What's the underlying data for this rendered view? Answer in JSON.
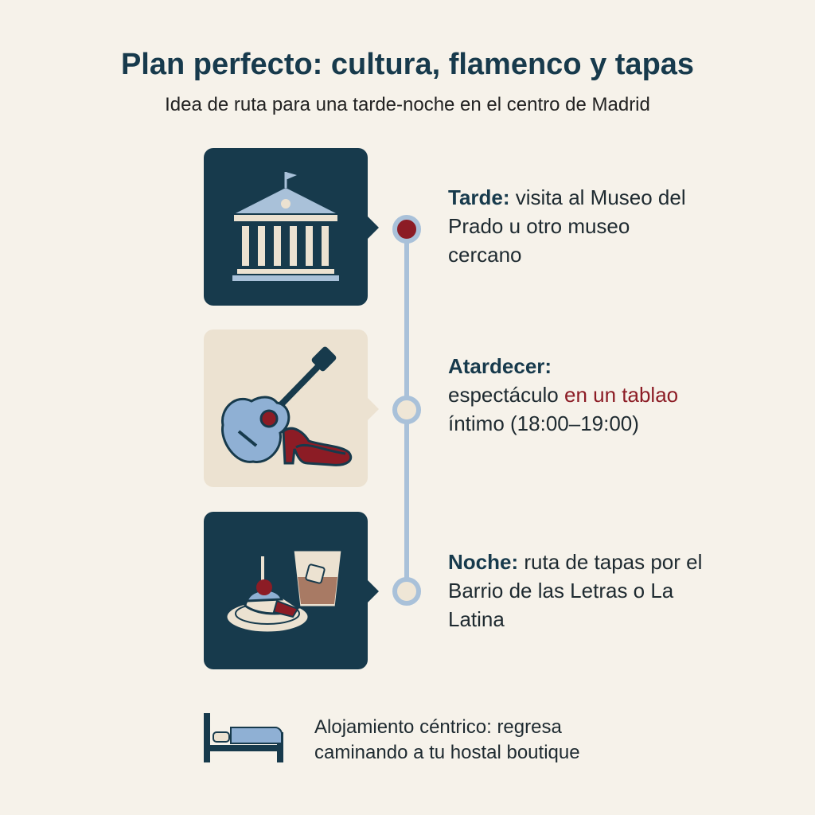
{
  "header": {
    "title": "Plan perfecto: cultura, flamenco y tapas",
    "subtitle": "Idea de ruta para una tarde-noche en el centro de Madrid"
  },
  "steps": [
    {
      "label": "Tarde:",
      "text": " visita al Museo del Prado u otro museo cercano",
      "icon": "museum-icon"
    },
    {
      "label": "Atardecer:",
      "text_before": "espectáculo ",
      "text_highlight": "en un tablao",
      "text_after": " íntimo (18:00–19:00)",
      "icon": "guitar-flamenco-shoe-icon"
    },
    {
      "label": "Noche:",
      "text": " ruta de tapas por el Barrio de las Letras o La Latina",
      "icon": "tapas-drink-icon"
    }
  ],
  "footer": {
    "text": "Alojamiento céntrico: regresa caminando a tu hostal boutique",
    "icon": "bed-icon"
  },
  "colors": {
    "navy": "#173a4c",
    "light_blue": "#a9c1d9",
    "cream": "#ece2d1",
    "red": "#8c1c25",
    "background": "#f6f2ea"
  }
}
